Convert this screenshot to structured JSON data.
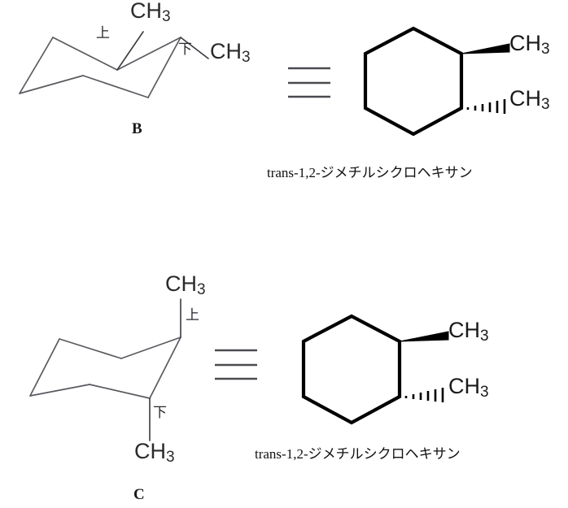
{
  "document": {
    "title": "trans-1,2-dimethylcyclohexane chair conformations B and C",
    "background_color": "#ffffff",
    "ink_color": "#1a1a1a",
    "chair_line_color": "#5a5a60"
  },
  "panels": [
    {
      "id": "B",
      "structure_label": "B",
      "chair": {
        "name": "chair-conformation-equatorial",
        "substituents": [
          {
            "position": "C1",
            "orientation_label": "上",
            "orientation": "up",
            "bond_type": "equatorial",
            "group": "CH",
            "group_sub": "3"
          },
          {
            "position": "C2",
            "orientation_label": "下",
            "orientation": "down",
            "bond_type": "equatorial",
            "group": "CH",
            "group_sub": "3"
          }
        ]
      },
      "equivalence_symbol": "≡",
      "flat_ring": {
        "name": "cyclohexane-hexagon",
        "substituents": [
          {
            "position": "C1",
            "wedge": "bold",
            "group": "CH",
            "group_sub": "3"
          },
          {
            "position": "C2",
            "wedge": "hashed",
            "group": "CH",
            "group_sub": "3"
          }
        ]
      },
      "caption": "trans-1,2-ジメチルシクロヘキサン"
    },
    {
      "id": "C",
      "structure_label": "C",
      "chair": {
        "name": "chair-conformation-axial",
        "substituents": [
          {
            "position": "C1",
            "orientation_label": "上",
            "orientation": "up",
            "bond_type": "axial",
            "group": "CH",
            "group_sub": "3"
          },
          {
            "position": "C2",
            "orientation_label": "下",
            "orientation": "down",
            "bond_type": "axial",
            "group": "CH",
            "group_sub": "3"
          }
        ]
      },
      "equivalence_symbol": "≡",
      "flat_ring": {
        "name": "cyclohexane-hexagon",
        "substituents": [
          {
            "position": "C1",
            "wedge": "bold",
            "group": "CH",
            "group_sub": "3"
          },
          {
            "position": "C2",
            "wedge": "hashed",
            "group": "CH",
            "group_sub": "3"
          }
        ]
      },
      "caption": "trans-1,2-ジメチルシクロヘキサン"
    }
  ],
  "labels": {
    "methyl_text": "CH",
    "methyl_sub": "3",
    "up_mark": "上",
    "down_mark": "下"
  }
}
